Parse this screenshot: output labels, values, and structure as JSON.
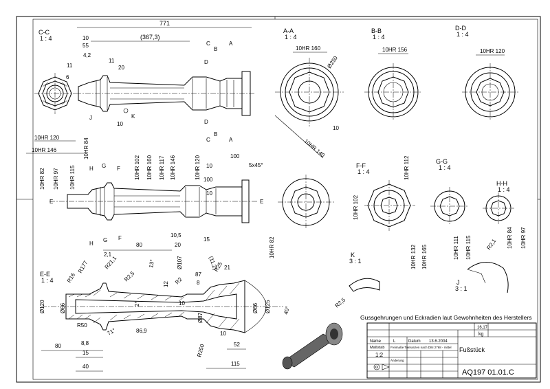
{
  "views": {
    "cc": {
      "title": "C-C",
      "scale": "1 : 4"
    },
    "aa": {
      "title": "A-A",
      "scale": "1 : 4"
    },
    "bb": {
      "title": "B-B",
      "scale": "1 : 4"
    },
    "dd": {
      "title": "D-D",
      "scale": "1 : 4"
    },
    "ff": {
      "title": "F-F",
      "scale": "1 : 4"
    },
    "gg": {
      "title": "G-G",
      "scale": "1 : 4"
    },
    "hh": {
      "title": "H-H",
      "scale": "1 : 4"
    },
    "ee": {
      "title": "E-E",
      "scale": "1 : 4"
    },
    "k": {
      "title": "K",
      "scale": "3 : 1"
    },
    "j": {
      "title": "J",
      "scale": "3 : 1"
    }
  },
  "dims": {
    "overall_length": "771",
    "d367": "(367,3)",
    "d10a": "10",
    "d55": "55",
    "d4_2": "4,2",
    "d11a": "11",
    "d6": "6",
    "d11b": "11",
    "d20a": "20",
    "d10b": "10",
    "top_c": "C",
    "top_b": "B",
    "top_a": "A",
    "top_d": "D",
    "bot_d": "D",
    "bot_b": "B",
    "bot_a": "A",
    "bot_c": "C",
    "cc_120": "10HR 120",
    "cc_146": "10HR 146",
    "aa_160": "10HR 160",
    "aa_250": "Ø250",
    "aa_10": "10",
    "aa_140": "10HR 140",
    "bb_156": "10HR 156",
    "dd_120": "10HR 120",
    "m_100": "100",
    "m_5x45": "5x45°",
    "m_10a": "10",
    "m_100b": "100",
    "m_10b": "10",
    "m_84": "10HR 84",
    "m_82": "10HR 82",
    "m_97": "10HR 97",
    "m_115": "10HR 115",
    "m_102": "10HR 102",
    "m_160": "10HR 160",
    "m_117": "10HR 117",
    "m_146": "10HR 146",
    "m_120": "10HR 120",
    "m_h1": "H",
    "m_g1": "G",
    "m_f1": "F",
    "m_e1": "E",
    "m_h2": "H",
    "m_g2": "G",
    "m_f2": "F",
    "m_e2": "E",
    "m_2_1": "2,1",
    "m_80": "80",
    "m_10_5": "10,5",
    "m_20": "20",
    "m_15": "15",
    "ff_112": "10HR 112",
    "ff_102": "10HR 102",
    "ff_132": "10HR 132",
    "ff_165": "10HR 165",
    "left82": "10HR 82",
    "gg_111": "10HR 111",
    "gg_115": "10HR 115",
    "hh_84": "10HR 84",
    "hh_97": "10HR 97",
    "k_r2_5": "R2,5",
    "j_r2_1": "R2,1",
    "ee_r177": "R177",
    "ee_r16": "R16",
    "ee_r21_1": "R21,1",
    "ee_r2_5": "R2,5",
    "ee_13": "13°",
    "ee_107": "Ø107",
    "ee_87": "87",
    "ee_11_2": "(11,2)",
    "ee_r25": "R25",
    "ee_21": "21",
    "ee_12": "12",
    "ee_r2": "R2",
    "ee_8": "8",
    "ee_120": "Ø120",
    "ee_66": "Ø66",
    "ee_2": "2°",
    "ee_10": "10",
    "ee_87b": "Ø87",
    "ee_66b": "Ø66",
    "ee_125": "Ø125",
    "ee_40": "40°",
    "ee_r50": "R50",
    "ee_71": "71°",
    "ee_86_9": "86,9",
    "ee_r250": "R250",
    "ee_10b": "10",
    "ee_52": "52",
    "ee_80": "80",
    "ee_8_8": "8,8",
    "ee_15": "15",
    "ee_40b": "40",
    "ee_115": "115",
    "k_label": "K",
    "j_label": "J"
  },
  "titleblock": {
    "note": "Gussgehrungen und Eckradien laut Gewohnheiten des Herstellers",
    "mass": "16,17",
    "mass_unit": "kg",
    "name_label": "Name",
    "name_value": "L",
    "datum_label": "Datum",
    "datum_value": "13.6.2004",
    "masstab_label": "Maßstab",
    "masstab_value": "1:2",
    "freimass": "Freimaße Toleranzen nach DIN 2768 - mittel",
    "aenderung": "Änderung",
    "title": "Fußstück",
    "drawing_no": "AQ197 01.01.C"
  }
}
